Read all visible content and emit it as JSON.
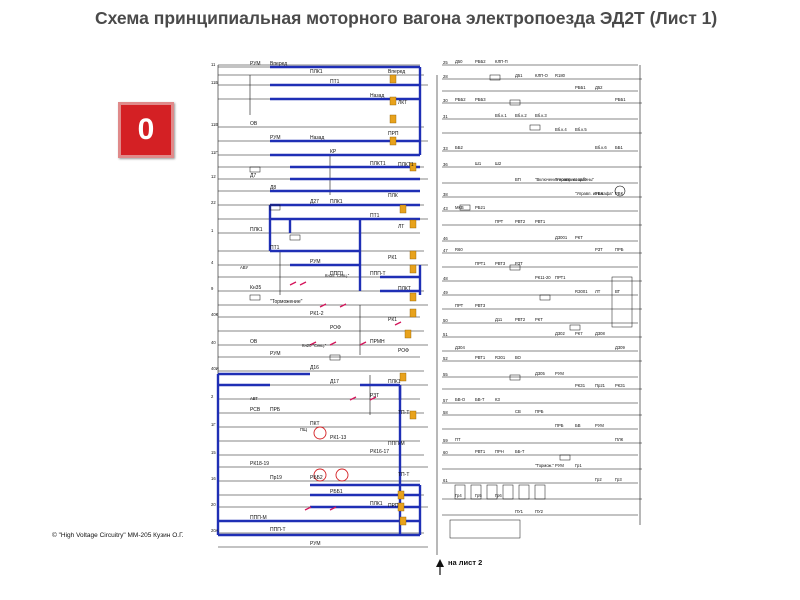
{
  "title": "Схема принципиальная моторного вагона электропоезда ЭД2Т (Лист 1)",
  "slide_number": "0",
  "copyright": "© \"High Voltage Circuitry\" ММ-205 Кузин О.Г.",
  "next_sheet_label": "на лист 2",
  "colors": {
    "circuit_highlight": "#1f2fb5",
    "relay_contact": "#e8a21c",
    "contact_mark": "#d4145a",
    "slide_badge": "#d42024"
  },
  "schematic": {
    "left_wires": [
      {
        "num": "11"
      },
      {
        "num": "11Б"
      },
      {
        "num": "11В"
      },
      {
        "num": "11Г"
      },
      {
        "num": "12"
      },
      {
        "num": "22"
      },
      {
        "num": "1"
      },
      {
        "num": "4"
      },
      {
        "num": "9"
      },
      {
        "num": "40К"
      },
      {
        "num": "40"
      },
      {
        "num": "40И"
      },
      {
        "num": "2"
      },
      {
        "num": "1Г"
      },
      {
        "num": "15"
      },
      {
        "num": "16"
      },
      {
        "num": "20"
      },
      {
        "num": "20А"
      }
    ],
    "left_labels": [
      {
        "text": "РУМ"
      },
      {
        "text": "Вперед"
      },
      {
        "text": "ПЛК1"
      },
      {
        "text": "ПТ1"
      },
      {
        "text": "Назад"
      },
      {
        "text": "ОВ"
      },
      {
        "text": "РУМ"
      },
      {
        "text": "Назад"
      },
      {
        "text": "КР"
      },
      {
        "text": "ПЛКТ1"
      },
      {
        "text": "Д7"
      },
      {
        "text": "Д8"
      },
      {
        "text": "Д27"
      },
      {
        "text": "ПЛК1"
      },
      {
        "text": "ПТ1"
      },
      {
        "text": "ПЛК1"
      },
      {
        "text": "ПТ1"
      },
      {
        "text": "РУМ"
      },
      {
        "text": "ППП1"
      },
      {
        "text": "ППП-Т"
      },
      {
        "text": "Кн35"
      },
      {
        "text": "\"Торможение\""
      },
      {
        "text": "РК1-2"
      },
      {
        "text": "РОФ"
      },
      {
        "text": "ПРМН"
      },
      {
        "text": "ОВ"
      },
      {
        "text": "РУМ"
      },
      {
        "text": "Д16"
      },
      {
        "text": "Д17"
      },
      {
        "text": "РЗТ"
      },
      {
        "text": "РСВ"
      },
      {
        "text": "ПРБ"
      },
      {
        "text": "ПКТ"
      },
      {
        "text": "РК1-13"
      },
      {
        "text": "РК16-17"
      },
      {
        "text": "РК18-19"
      },
      {
        "text": "Пр19"
      },
      {
        "text": "РББ2"
      },
      {
        "text": "РББ1"
      },
      {
        "text": "ПЛК1"
      },
      {
        "text": "ППП-М"
      },
      {
        "text": "ППП-Т"
      },
      {
        "text": "РУМ"
      }
    ],
    "right_labels": [
      {
        "text": "Вперед"
      },
      {
        "text": "ЛКТ"
      },
      {
        "text": "ПРП"
      },
      {
        "text": "ПЛКТ1"
      },
      {
        "text": "ПЛК"
      },
      {
        "text": "ЛТ"
      },
      {
        "text": "РК1"
      },
      {
        "text": "ПЛКТ"
      },
      {
        "text": "РК1"
      },
      {
        "text": "РОФ"
      },
      {
        "text": "ПЛК1"
      },
      {
        "text": "ТП-Т"
      },
      {
        "text": "ППП-М"
      },
      {
        "text": "ТП-Т"
      },
      {
        "text": "ПРП"
      }
    ],
    "right_wires": [
      {
        "num": "25"
      },
      {
        "num": "28"
      },
      {
        "num": "30"
      },
      {
        "num": "31"
      },
      {
        "num": "33"
      },
      {
        "num": "36"
      },
      {
        "num": "38"
      },
      {
        "num": "43"
      },
      {
        "num": "46"
      },
      {
        "num": "47"
      },
      {
        "num": "48"
      },
      {
        "num": "49"
      },
      {
        "num": "50"
      },
      {
        "num": "51"
      },
      {
        "num": "52"
      },
      {
        "num": "55"
      },
      {
        "num": "57"
      },
      {
        "num": "58"
      },
      {
        "num": "59"
      },
      {
        "num": "60"
      },
      {
        "num": "61"
      }
    ],
    "right_component_labels": [
      {
        "text": "Д50"
      },
      {
        "text": "РББ2"
      },
      {
        "text": "КЛП-П"
      },
      {
        "text": "Д51"
      },
      {
        "text": "КЛП-О"
      },
      {
        "text": "R180"
      },
      {
        "text": "РББ1"
      },
      {
        "text": "Д52"
      },
      {
        "text": "РББ1"
      },
      {
        "text": "РББ2"
      },
      {
        "text": "РББ3"
      },
      {
        "text": "Вб.к.1"
      },
      {
        "text": "Вб.к.2"
      },
      {
        "text": "Вб.к.3"
      },
      {
        "text": "Вб.к.4"
      },
      {
        "text": "Вб.к.5"
      },
      {
        "text": "Вб.к.6"
      },
      {
        "text": "ББ1"
      },
      {
        "text": "ББ2"
      },
      {
        "text": "Ш1"
      },
      {
        "text": "Ш2"
      },
      {
        "text": "ВП"
      },
      {
        "text": "\"Включение компрессора\""
      },
      {
        "text": "\"Управл. из кабины\""
      },
      {
        "text": "\"Управл. из шкафа\""
      },
      {
        "text": "РВК"
      },
      {
        "text": "РВК"
      },
      {
        "text": "МКВ"
      },
      {
        "text": "РБ21"
      },
      {
        "text": "ПРТ"
      },
      {
        "text": "РВТ2"
      },
      {
        "text": "РВТ1"
      },
      {
        "text": "Д3001"
      },
      {
        "text": "РКТ"
      },
      {
        "text": "РЗТ"
      },
      {
        "text": "ПРБ"
      },
      {
        "text": "R60"
      },
      {
        "text": "ПРТ1"
      },
      {
        "text": "РВТ3"
      },
      {
        "text": "РЗТ"
      },
      {
        "text": "РК11-20"
      },
      {
        "text": "ПРТ1"
      },
      {
        "text": "RЗ001"
      },
      {
        "text": "ЛТ"
      },
      {
        "text": "ВТ"
      },
      {
        "text": "ПРТ"
      },
      {
        "text": "РВТ3"
      },
      {
        "text": "Д11"
      },
      {
        "text": "РВТ2"
      },
      {
        "text": "РКТ"
      },
      {
        "text": "Д302"
      },
      {
        "text": "РК7"
      },
      {
        "text": "Д308"
      },
      {
        "text": "Д309"
      },
      {
        "text": "Д304"
      },
      {
        "text": "РВТ1"
      },
      {
        "text": "RЗ01"
      },
      {
        "text": "ВО"
      },
      {
        "text": "Д305"
      },
      {
        "text": "РУМ"
      },
      {
        "text": "РКЗ1"
      },
      {
        "text": "Пр21"
      },
      {
        "text": "РКЗ1"
      },
      {
        "text": "БВ-О"
      },
      {
        "text": "БВ-Т"
      },
      {
        "text": "КЗ"
      },
      {
        "text": "СВ"
      },
      {
        "text": "ПРБ"
      },
      {
        "text": "ПРБ"
      },
      {
        "text": "БВ"
      },
      {
        "text": "РУМ"
      },
      {
        "text": "ПЛК"
      },
      {
        "text": "ПТ"
      },
      {
        "text": "РВТ1"
      },
      {
        "text": "ПРН"
      },
      {
        "text": "ББ-Т"
      },
      {
        "text": "\"Тормож.\""
      },
      {
        "text": "РУМ"
      },
      {
        "text": "Гр1"
      },
      {
        "text": "Гр2"
      },
      {
        "text": "Гр3"
      },
      {
        "text": "Гр4"
      },
      {
        "text": "Гр5"
      },
      {
        "text": "Гр6"
      },
      {
        "text": "ПУ1"
      },
      {
        "text": "ПУ2"
      }
    ],
    "annotations": [
      {
        "text": "Кн35 \"Секц.\""
      },
      {
        "text": "Кн20 \"Секц.\""
      },
      {
        "text": "АВУ"
      },
      {
        "text": "АВТ"
      },
      {
        "text": "ПЩ"
      }
    ]
  }
}
